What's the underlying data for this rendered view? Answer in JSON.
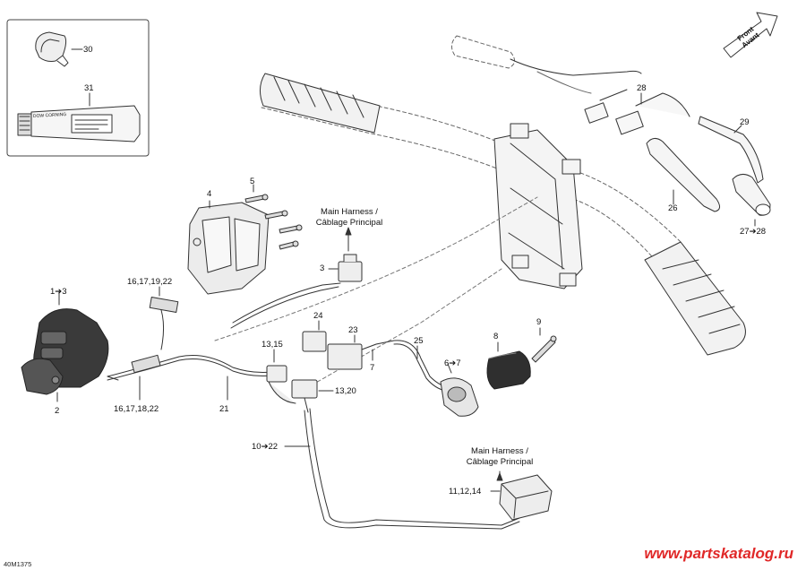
{
  "figure_code": "40M1375",
  "watermark": "www.partskatalog.ru",
  "direction": {
    "line1": "Front",
    "line2": "Avant"
  },
  "notes": {
    "harness_top": {
      "line1": "Main Harness /",
      "line2": "Câblage Principal"
    },
    "harness_bottom": {
      "line1": "Main Harness /",
      "line2": "Câblage Principal"
    }
  },
  "tube_label": "DOW CORNING",
  "callouts": {
    "c30": "30",
    "c31": "31",
    "c28": "28",
    "c29": "29",
    "c26": "26",
    "c27_28": "27➔28",
    "c4": "4",
    "c5": "5",
    "c3": "3",
    "c1_3": "1➔3",
    "c16a": "16,17,19,22",
    "c16b": "16,17,18,22",
    "c2": "2",
    "c21": "21",
    "c24": "24",
    "c23": "23",
    "c7": "7",
    "c13_15": "13,15",
    "c13_20": "13,20",
    "c25": "25",
    "c6_7": "6➔7",
    "c8": "8",
    "c9": "9",
    "c10_22": "10➔22",
    "c11_14": "11,12,14"
  }
}
